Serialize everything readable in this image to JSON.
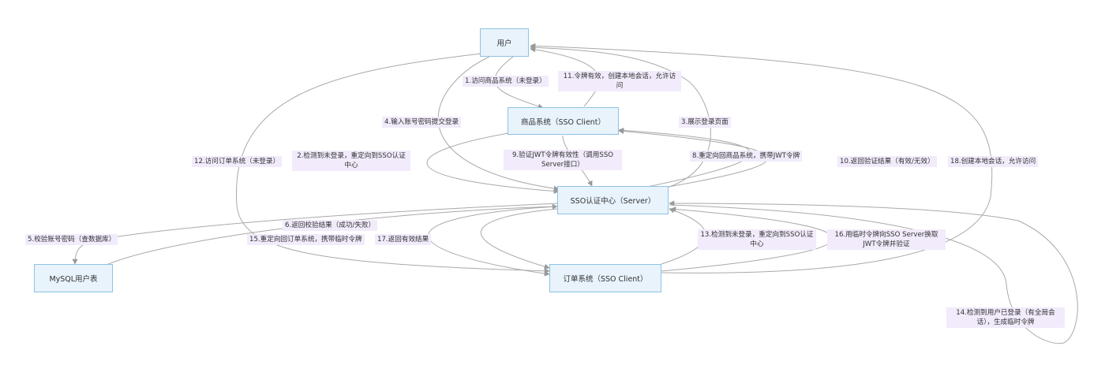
{
  "nodes": {
    "user": "用户",
    "goods": "商品系统（SSO Client）",
    "sso": "SSO认证中心（Server）",
    "order": "订单系统（SSO Client）",
    "mysql": "MySQL用户表"
  },
  "edges": {
    "e1": "1.访问商品系统（未登录）",
    "e2": "2.检测到未登录，重定向到SSO认证中心",
    "e3": "3.展示登录页面",
    "e4": "4.输入账号密码提交登录",
    "e5": "5.校验账号密码（查数据库）",
    "e6": "6.返回校验结果（成功/失败）",
    "e8": "8.重定向回商品系统，携带JWT令牌",
    "e9": "9.验证JWT令牌有效性（调用SSO Server接口）",
    "e10": "10.返回验证结果（有效/无效）",
    "e11": "11.令牌有效，创建本地会话，允许访问",
    "e12": "12.访问订单系统（未登录）",
    "e13": "13.检测到未登录，重定向到SSO认证中心",
    "e14": "14.检测到用户已登录（有全局会话），生成临时令牌",
    "e15": "15.重定向回订单系统，携带临时令牌",
    "e16": "16.用临时令牌向SSO Server换取JWT令牌并验证",
    "e17": "17.返回有效结果",
    "e18": "18.创建本地会话，允许访问"
  }
}
